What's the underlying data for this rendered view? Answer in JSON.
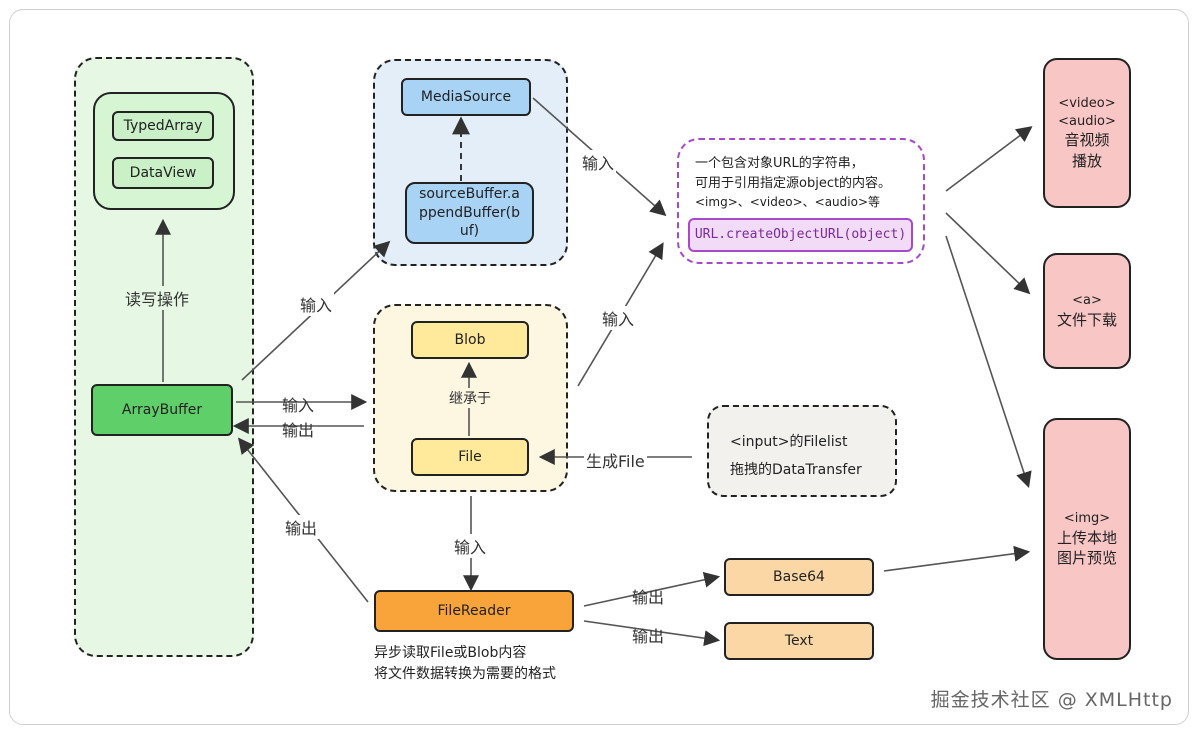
{
  "nodes": {
    "typed_array": "TypedArray",
    "data_view": "DataView",
    "array_buffer": "ArrayBuffer",
    "media_source": "MediaSource",
    "source_buffer": "sourceBuffer.appendBuffer(buf)",
    "blob": "Blob",
    "file": "File",
    "file_reader": "FileReader",
    "base64": "Base64",
    "text": "Text",
    "object_url": "URL.createObjectURL(object)",
    "video_audio_tag1": "<video>",
    "video_audio_tag2": "<audio>",
    "video_audio_text1": "音视频",
    "video_audio_text2": "播放",
    "a_tag": "<a>",
    "a_text": "文件下载",
    "img_tag": "<img>",
    "img_text1": "上传本地",
    "img_text2": "图片预览"
  },
  "notes": {
    "url_desc_line1": "一个包含对象URL的字符串，",
    "url_desc_line2": "可用于引用指定源object的内容。",
    "url_desc_line3": "<img>、<video>、<audio>等",
    "input_line1": "<input>的Filelist",
    "input_line2": "拖拽的DataTransfer",
    "reader_line1": "异步读取File或Blob内容",
    "reader_line2": "将文件数据转换为需要的格式"
  },
  "labels": {
    "read_write": "读写操作",
    "input": "输入",
    "output": "输出",
    "inherit": "继承于",
    "gen_file": "生成File"
  },
  "watermark": "掘金技术社区 @ XMLHttp"
}
